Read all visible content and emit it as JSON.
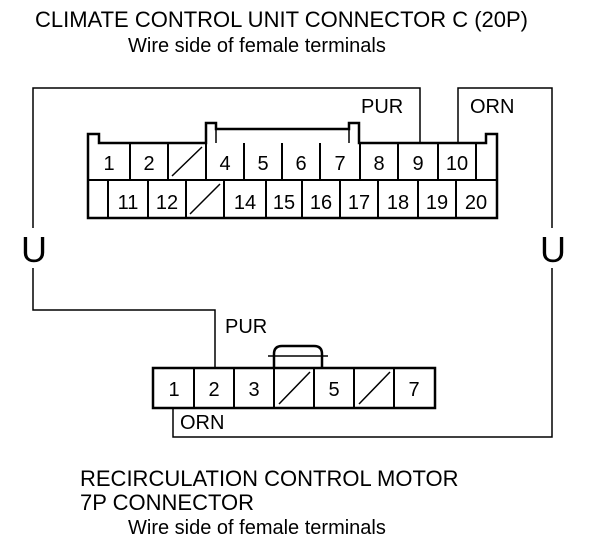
{
  "top_connector": {
    "title": "CLIMATE CONTROL UNIT CONNECTOR C (20P)",
    "subtitle": "Wire side of female terminals",
    "row1": [
      "1",
      "2",
      "",
      "4",
      "5",
      "6",
      "7",
      "8",
      "9",
      "10"
    ],
    "row2": [
      "",
      "11",
      "12",
      "",
      "14",
      "15",
      "16",
      "17",
      "18",
      "19",
      "20"
    ]
  },
  "wire_labels": {
    "pur_top": "PUR",
    "orn_top": "ORN",
    "pur_bottom": "PUR",
    "orn_bottom": "ORN"
  },
  "junction_symbol": "U",
  "bottom_connector": {
    "title_line1": "RECIRCULATION CONTROL MOTOR",
    "title_line2": "7P CONNECTOR",
    "subtitle": "Wire side of female terminals",
    "pins": [
      "1",
      "2",
      "3",
      "",
      "5",
      "",
      "7"
    ]
  }
}
